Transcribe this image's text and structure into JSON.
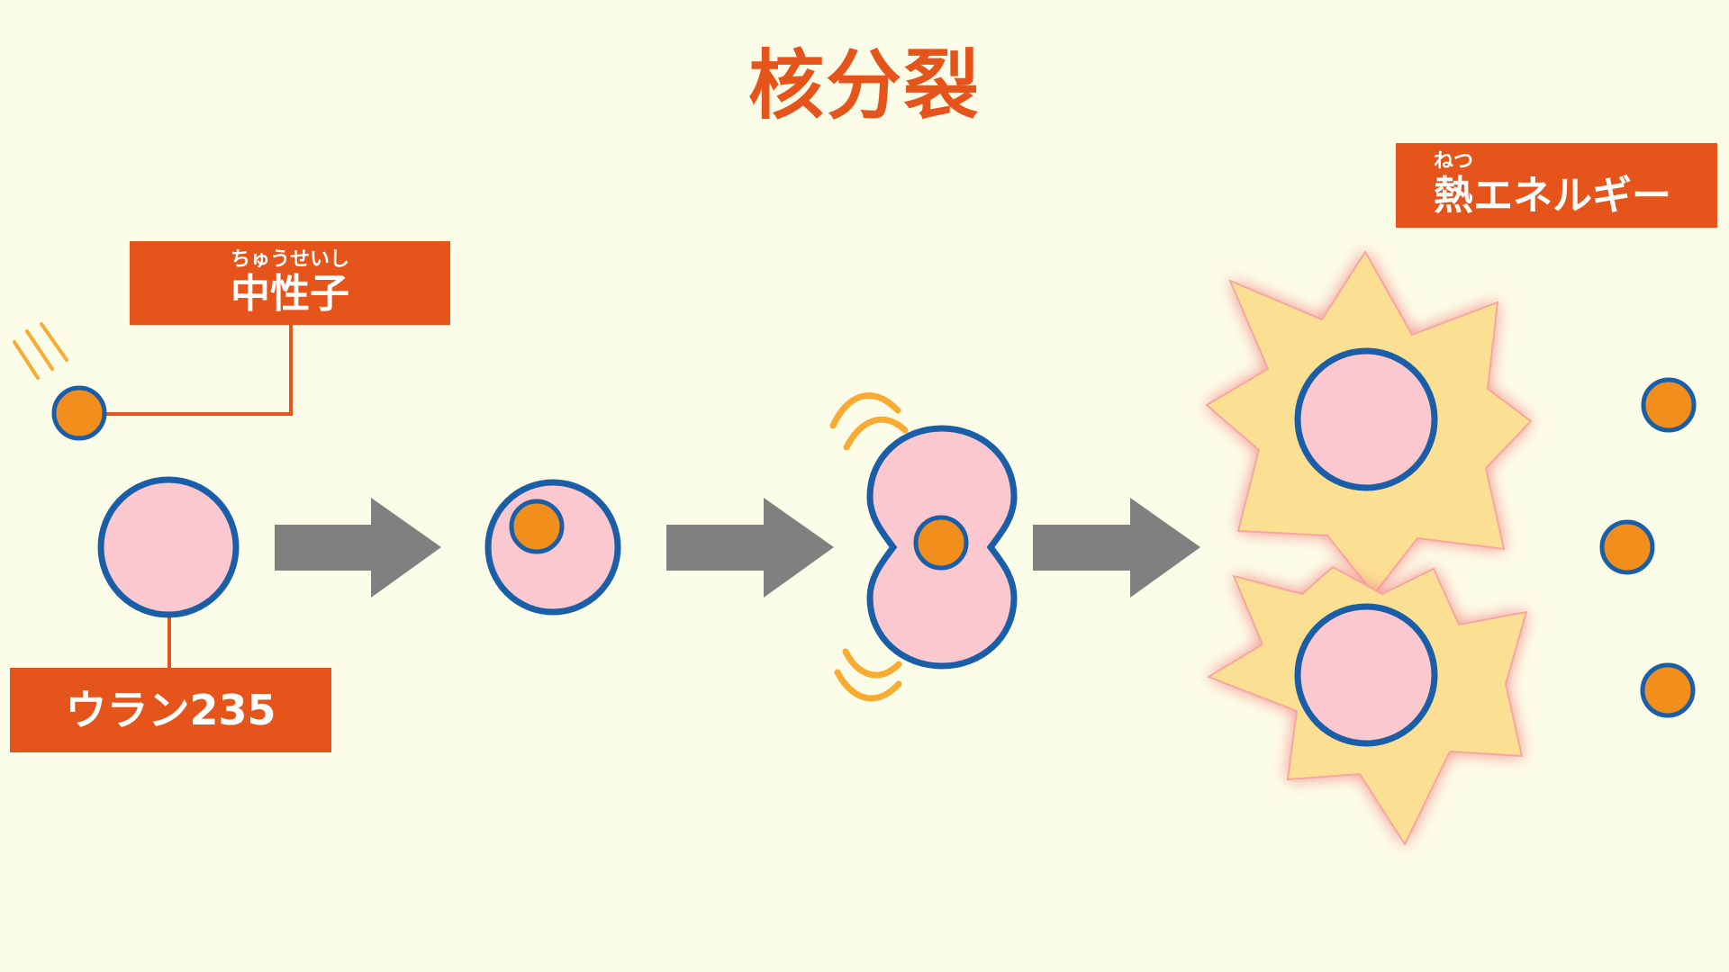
{
  "title": "核分裂",
  "labels": {
    "neutron": {
      "ruby": "ちゅうせいし",
      "text": "中性子"
    },
    "uranium": {
      "text": "ウラン235"
    },
    "heat": {
      "ruby": "ねつ",
      "text": "熱エネルギー"
    }
  },
  "colors": {
    "background": "#fcfde8",
    "accent": "#e5541a",
    "nucleus_fill": "#fcc8cf",
    "nucleus_stroke": "#1a5ea8",
    "neutron_fill": "#f28e1c",
    "arrow": "#808080",
    "energy_star": "#fbdf93",
    "vibration": "#f9ab31"
  }
}
